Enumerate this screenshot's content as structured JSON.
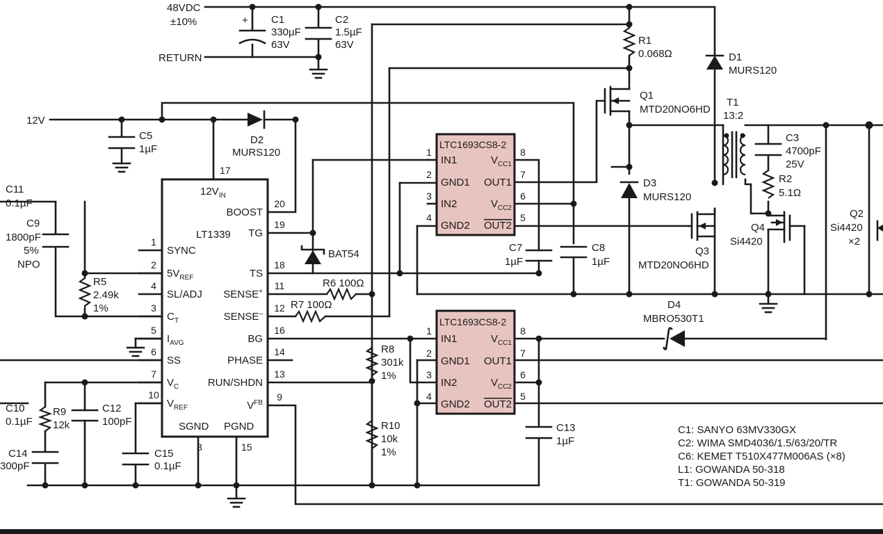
{
  "labels": {
    "vin": "48VDC",
    "vin_tol": "±10%",
    "return": "RETURN",
    "v12": "12V",
    "c1": [
      "C1",
      "330µF",
      "63V"
    ],
    "c2": [
      "C2",
      "1.5µF",
      "63V"
    ],
    "r1": [
      "R1",
      "0.068Ω"
    ],
    "d1": [
      "D1",
      "MURS120"
    ],
    "q1": [
      "Q1",
      "MTD20NO6HD"
    ],
    "t1": [
      "T1",
      "13:2"
    ],
    "c3": [
      "C3",
      "4700pF",
      "25V"
    ],
    "r2": [
      "R2",
      "5.1Ω"
    ],
    "c5": [
      "C5",
      "1µF"
    ],
    "d2": [
      "D2",
      "MURS120"
    ],
    "d3": [
      "D3",
      "MURS120"
    ],
    "q3": [
      "Q3",
      "MTD20NO6HD"
    ],
    "q4": [
      "Q4",
      "Si4420"
    ],
    "q2": [
      "Q2",
      "Si4420",
      "×2"
    ],
    "c11": [
      "C11",
      "0.1µF"
    ],
    "c9": [
      "C9",
      "1800pF",
      "5%",
      "NPO"
    ],
    "r5": [
      "R5",
      "2.49k",
      "1%"
    ],
    "bat54": "BAT54",
    "r6": "R6 100Ω",
    "r7": "R7 100Ω",
    "c7": [
      "C7",
      "1µF"
    ],
    "c8": [
      "C8",
      "1µF"
    ],
    "d4": [
      "D4",
      "MBRO530T1"
    ],
    "r8": [
      "R8",
      "301k",
      "1%"
    ],
    "r10": [
      "R10",
      "10k",
      "1%"
    ],
    "c13": [
      "C13",
      "1µF"
    ],
    "c10": [
      "C10",
      "0.1µF"
    ],
    "r9": [
      "R9",
      "12k"
    ],
    "c12": [
      "C12",
      "100pF"
    ],
    "c14": [
      "C14",
      "300pF"
    ],
    "c15": [
      "C15",
      "0.1µF"
    ]
  },
  "lt1339": {
    "name": "LT1339",
    "top_pin": {
      "num": "17",
      "label": "12V",
      "sub": "IN"
    },
    "left_pins": [
      {
        "num": "1",
        "label": "SYNC",
        "sub": ""
      },
      {
        "num": "2",
        "label": "5V",
        "sub": "REF"
      },
      {
        "num": "4",
        "label": "SL/ADJ",
        "sub": ""
      },
      {
        "num": "3",
        "label": "C",
        "sub": "T"
      },
      {
        "num": "5",
        "label": "I",
        "sub": "AVG"
      },
      {
        "num": "6",
        "label": "SS",
        "sub": ""
      },
      {
        "num": "7",
        "label": "V",
        "sub": "C"
      },
      {
        "num": "10",
        "label": "V",
        "sub": "REF"
      }
    ],
    "right_pins": [
      {
        "num": "20",
        "label": "BOOST",
        "sup": ""
      },
      {
        "num": "19",
        "label": "TG",
        "sup": ""
      },
      {
        "num": "18",
        "label": "TS",
        "sup": ""
      },
      {
        "num": "11",
        "label": "SENSE",
        "sup": "+"
      },
      {
        "num": "12",
        "label": "SENSE",
        "sup": "–"
      },
      {
        "num": "16",
        "label": "BG",
        "sup": ""
      },
      {
        "num": "14",
        "label": "PHASE",
        "sup": ""
      },
      {
        "num": "13",
        "label": "RUN/SHDN",
        "sup": ""
      },
      {
        "num": "9",
        "label": "V",
        "sup": "FB"
      }
    ],
    "bottom_pins": [
      {
        "num": "8",
        "label": "SGND"
      },
      {
        "num": "15",
        "label": "PGND"
      }
    ]
  },
  "ltc1693": {
    "name": "LTC1693CS8-2",
    "left_pins": [
      {
        "num": "1",
        "label": "IN1"
      },
      {
        "num": "2",
        "label": "GND1"
      },
      {
        "num": "3",
        "label": "IN2"
      },
      {
        "num": "4",
        "label": "GND2"
      }
    ],
    "right_pins": [
      {
        "num": "8",
        "label": "V",
        "sub": "CC1"
      },
      {
        "num": "7",
        "label": "OUT1",
        "sub": ""
      },
      {
        "num": "6",
        "label": "V",
        "sub": "CC2"
      },
      {
        "num": "5",
        "label": "OUT2",
        "sub": "",
        "overline": true
      }
    ]
  },
  "notes": [
    "C1: SANYO 63MV330GX",
    "C2: WIMA SMD4036/1.5/63/20/TR",
    "C6: KEMET T510X477M006AS (×8)",
    "L1: GOWANDA 50-318",
    "T1: GOWANDA 50-319"
  ]
}
